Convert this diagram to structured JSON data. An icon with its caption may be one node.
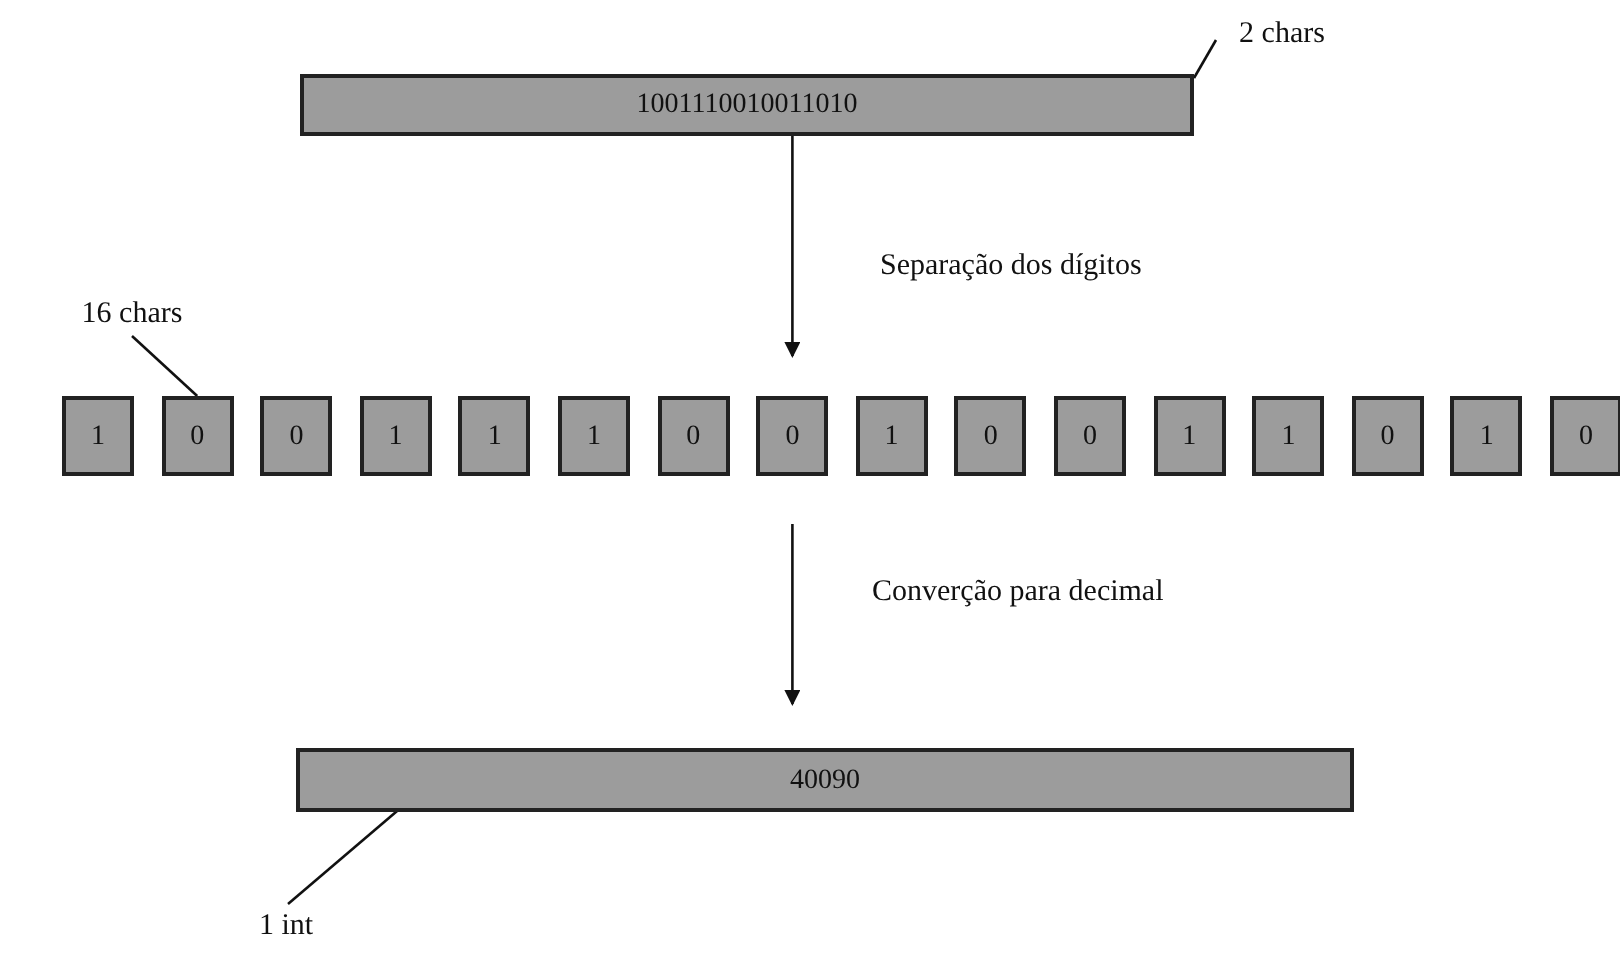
{
  "diagram": {
    "nodes": [
      {
        "text": [
          "1001110010011010"
        ]
      },
      {
        "text": [
          "2 chars"
        ]
      },
      {
        "text": [
          "1"
        ]
      },
      {
        "text": [
          "0"
        ]
      },
      {
        "text": [
          "0"
        ]
      },
      {
        "text": [
          "1"
        ]
      },
      {
        "text": [
          "1"
        ]
      },
      {
        "text": [
          "1"
        ]
      },
      {
        "text": [
          "0"
        ]
      },
      {
        "text": [
          "0"
        ]
      },
      {
        "text": [
          "1"
        ]
      },
      {
        "text": [
          "0"
        ]
      },
      {
        "text": [
          "0"
        ]
      },
      {
        "text": [
          "1"
        ]
      },
      {
        "text": [
          "1"
        ]
      },
      {
        "text": [
          "0"
        ]
      },
      {
        "text": [
          "1"
        ]
      },
      {
        "text": [
          "0"
        ]
      },
      {
        "text": [
          "16 chars"
        ]
      },
      {
        "text": [
          "40090"
        ]
      },
      {
        "text": [
          "1 int"
        ]
      }
    ],
    "edges": [
      {
        "from": 0,
        "to": 9,
        "arrow": "to",
        "label": "Separação dos dígitos"
      },
      {
        "from": 9,
        "to": 19,
        "arrow": "to",
        "label": "Converção para decimal"
      },
      {
        "from": 1,
        "to": 0,
        "arrow": "none"
      },
      {
        "from": 18,
        "to": 3,
        "arrow": "none"
      },
      {
        "from": 20,
        "to": 19,
        "arrow": "none"
      }
    ]
  }
}
